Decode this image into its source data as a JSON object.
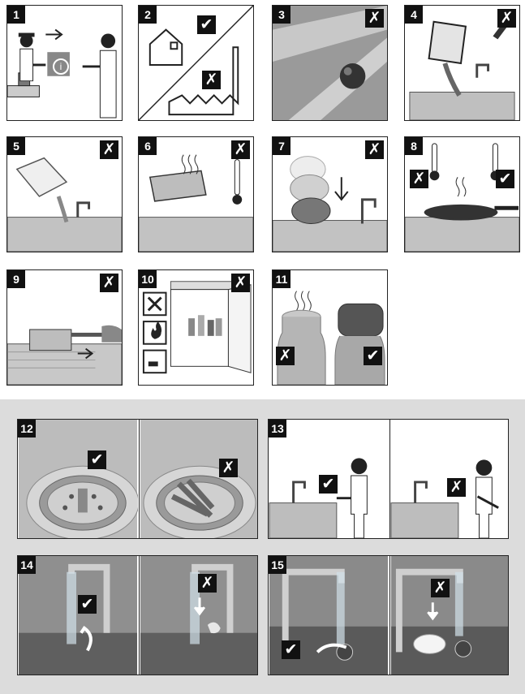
{
  "colors": {
    "ink": "#111111",
    "steel_light": "#d8d8d8",
    "steel_mid": "#a8a8a8",
    "steel_dark": "#6a6a6a",
    "band": "#dcdcdc"
  },
  "marks": {
    "ok": "✔",
    "no": "✗"
  },
  "panels": {
    "p1": {
      "num": "1",
      "info_icon": "info-icon"
    },
    "p2": {
      "num": "2"
    },
    "p3": {
      "num": "3"
    },
    "p4": {
      "num": "4"
    },
    "p5": {
      "num": "5"
    },
    "p6": {
      "num": "6"
    },
    "p7": {
      "num": "7"
    },
    "p8": {
      "num": "8"
    },
    "p9": {
      "num": "9"
    },
    "p10": {
      "num": "10"
    },
    "p11": {
      "num": "11"
    },
    "p12": {
      "num": "12"
    },
    "p13": {
      "num": "13"
    },
    "p14": {
      "num": "14"
    },
    "p15": {
      "num": "15"
    }
  }
}
